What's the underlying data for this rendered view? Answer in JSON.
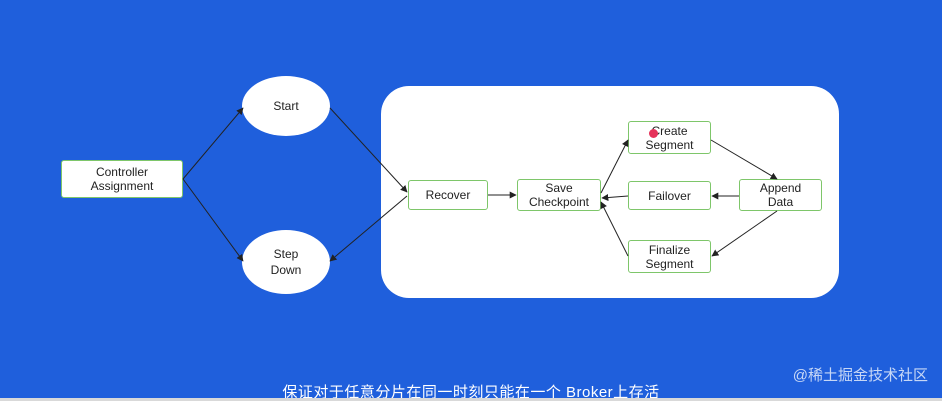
{
  "diagram": {
    "nodes": {
      "controller_assignment": "Controller\nAssignment",
      "start": "Start",
      "step_down": "Step\nDown",
      "recover": "Recover",
      "save_checkpoint": "Save\nCheckpoint",
      "create_segment": "Create\nSegment",
      "failover": "Failover",
      "append_data": "Append\nData",
      "finalize_segment": "Finalize\nSegment"
    }
  },
  "subtitle": "保证对于任意分片在同一时刻只能在一个 Broker上存活",
  "watermark": "@稀土掘金技术社区",
  "colors": {
    "background": "#1f5fdc",
    "node_border": "#7ec66a",
    "arrow": "#222222"
  }
}
